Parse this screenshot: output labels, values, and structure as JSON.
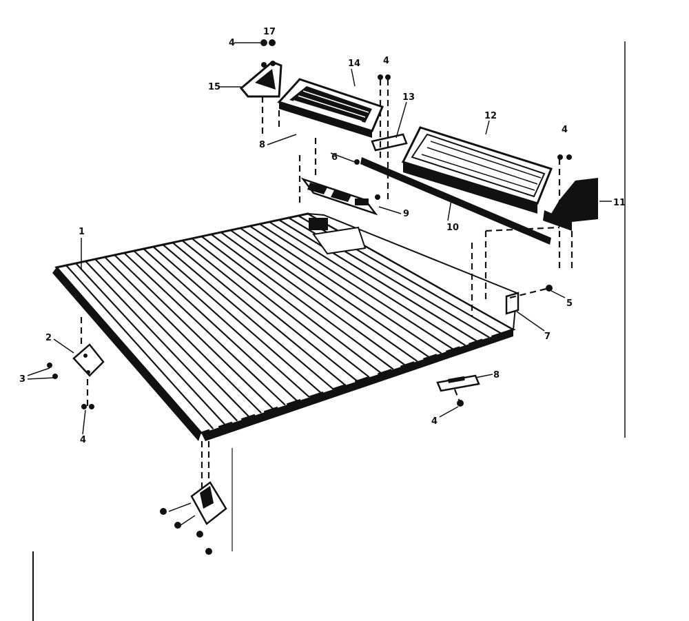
{
  "diagram": {
    "callouts": {
      "c1": "1",
      "c2": "2",
      "c3": "3",
      "c4_top": "4",
      "c17": "17",
      "c15": "15",
      "c14": "14",
      "c4_mid": "4",
      "c13": "13",
      "c12": "12",
      "c4_right": "4",
      "c11": "11",
      "c8_left": "8",
      "c6": "6",
      "c9": "9",
      "c10": "10",
      "c5": "5",
      "c7": "7",
      "c8_bottom": "8",
      "c4_bottom": "4",
      "c4_left": "4"
    }
  }
}
